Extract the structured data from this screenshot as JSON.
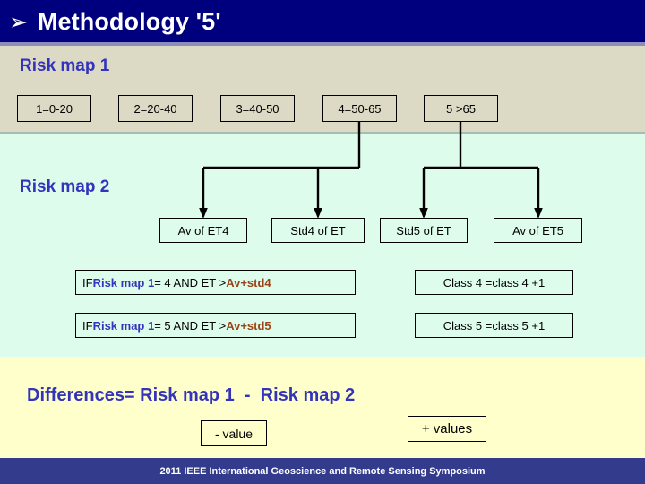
{
  "slide": {
    "title": "Methodology  '5'",
    "bullet_glyph": "➢",
    "colors": {
      "title_bar": "#00007e",
      "beige_band": "#dcd9c4",
      "green_band": "#ddfcec",
      "yellow_band": "#ffffcc",
      "footer_bar": "#333c8c",
      "heading_blue": "#3333bb",
      "rust": "#9a4418"
    }
  },
  "risk_map_1": {
    "heading": "Risk map 1",
    "classes": [
      {
        "label": "1=0-20"
      },
      {
        "label": "2=20-40"
      },
      {
        "label": "3=40-50"
      },
      {
        "label": "4=50-65"
      },
      {
        "label": "5 >65"
      }
    ]
  },
  "risk_map_2": {
    "heading": "Risk map 2",
    "stats": [
      {
        "label": "Av of ET4"
      },
      {
        "label": "Std4 of ET"
      },
      {
        "label": "Std5 of ET"
      },
      {
        "label": "Av of ET5"
      }
    ]
  },
  "rules": [
    {
      "if_prefix": "IF ",
      "map_ref": "Risk map 1",
      "condition": "= 4 AND ET >",
      "threshold": "Av+std4",
      "result": "Class  4 =class 4 +1"
    },
    {
      "if_prefix": "IF ",
      "map_ref": "Risk map 1",
      "condition": "= 5 AND ET >",
      "threshold": "Av+std5",
      "result": "Class  5 =class 5 +1"
    }
  ],
  "differences": {
    "line": "Differences= Risk map 1  -  Risk map 2",
    "negative_box": "- value",
    "positive_box": "+ values"
  },
  "footer": {
    "text": "2011 IEEE International Geoscience and Remote Sensing Symposium"
  }
}
